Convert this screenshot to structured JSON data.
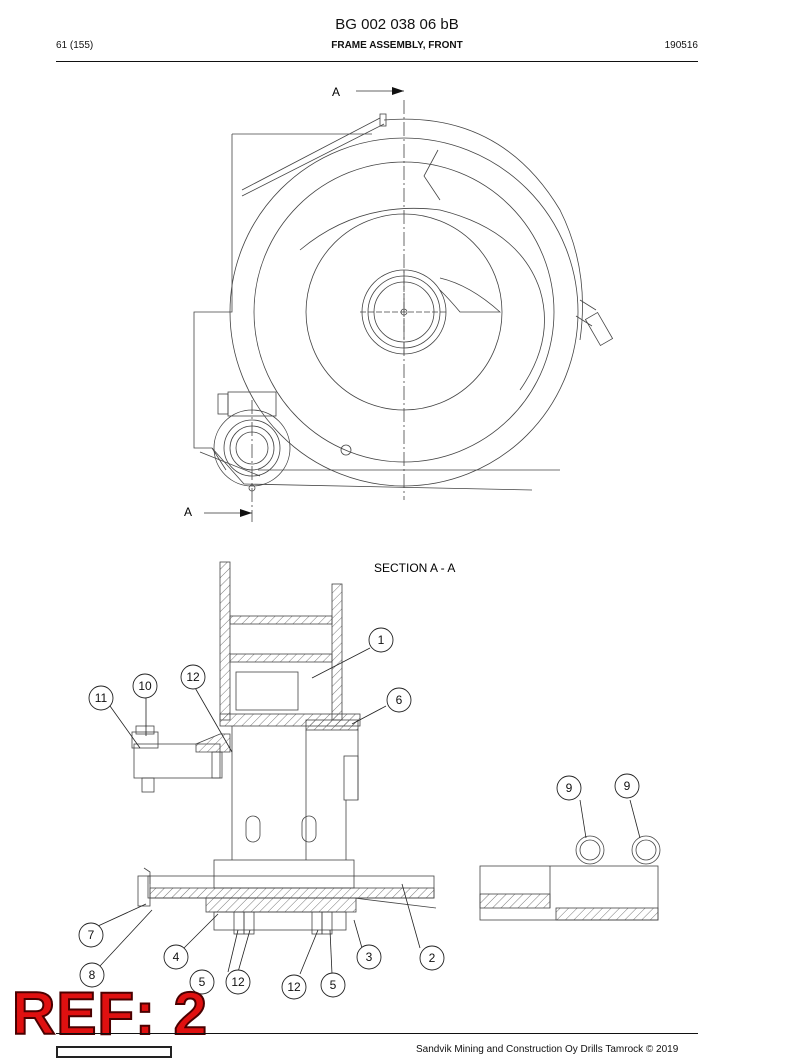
{
  "header": {
    "doc_number": "BG 002 038 06 bB",
    "page": "61 (155)",
    "title": "FRAME ASSEMBLY, FRONT",
    "date_code": "190516"
  },
  "drawing": {
    "section_marker": "A",
    "section_title": "SECTION A - A",
    "callouts": [
      "1",
      "2",
      "3",
      "4",
      "5",
      "5",
      "6",
      "7",
      "8",
      "9",
      "9",
      "10",
      "11",
      "12",
      "12",
      "12"
    ]
  },
  "stamp": "REF: 2",
  "footer": {
    "copyright": "Sandvik Mining and Construction Oy Drills Tamrock © 2019"
  }
}
